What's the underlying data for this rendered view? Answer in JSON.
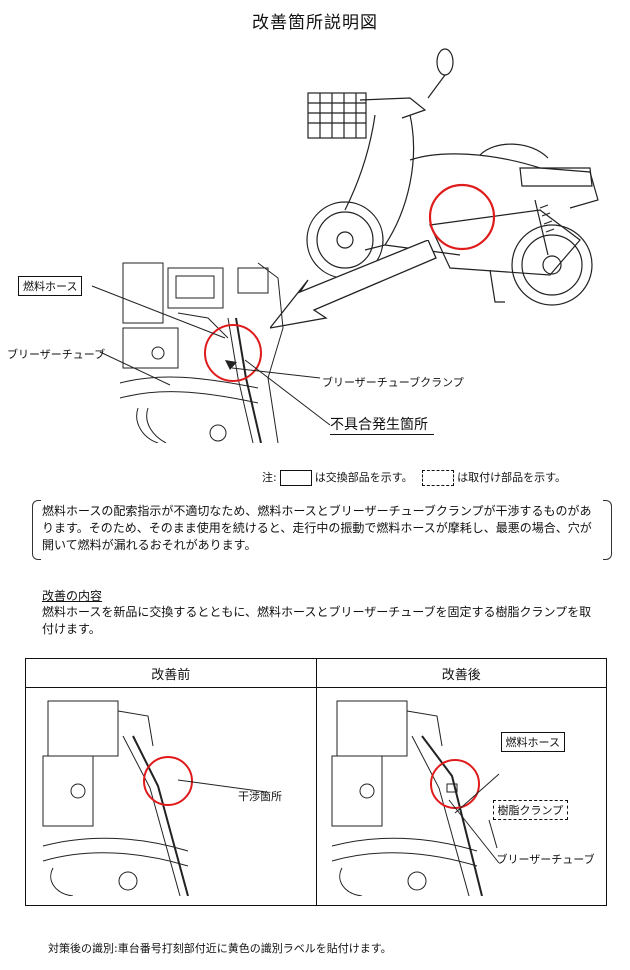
{
  "title": "改善箇所説明図",
  "labels": {
    "fuel_hose": "燃料ホース",
    "breather_tube": "ブリーザーチューブ",
    "breather_clamp": "ブリーザーチューブクランプ",
    "defect_location": "不具合発生箇所"
  },
  "legend": {
    "prefix": "注:",
    "solid_text": "は交換部品を示す。",
    "dashed_text": "は取付け部品を示す。"
  },
  "description": "燃料ホースの配索指示が不適切なため、燃料ホースとブリーザーチューブクランプが干渉するものがあります。そのため、そのまま使用を続けると、走行中の振動で燃料ホースが摩耗し、最悪の場合、穴が開いて燃料が漏れるおそれがあります。",
  "improvement": {
    "heading": "改善の内容",
    "text": "燃料ホースを新品に交換するとともに、燃料ホースとブリーザーチューブを固定する樹脂クランプを取付けます。"
  },
  "comparison": {
    "before_header": "改善前",
    "after_header": "改善後",
    "before_label": "干渉箇所",
    "after_fuel_hose": "燃料ホース",
    "after_clamp": "樹脂クランプ",
    "after_breather": "ブリーザーチューブ"
  },
  "identification": "対策後の識別:車台番号打刻部付近に黄色の識別ラベルを貼付けます。",
  "colors": {
    "highlight_circle": "#e01b1b"
  }
}
